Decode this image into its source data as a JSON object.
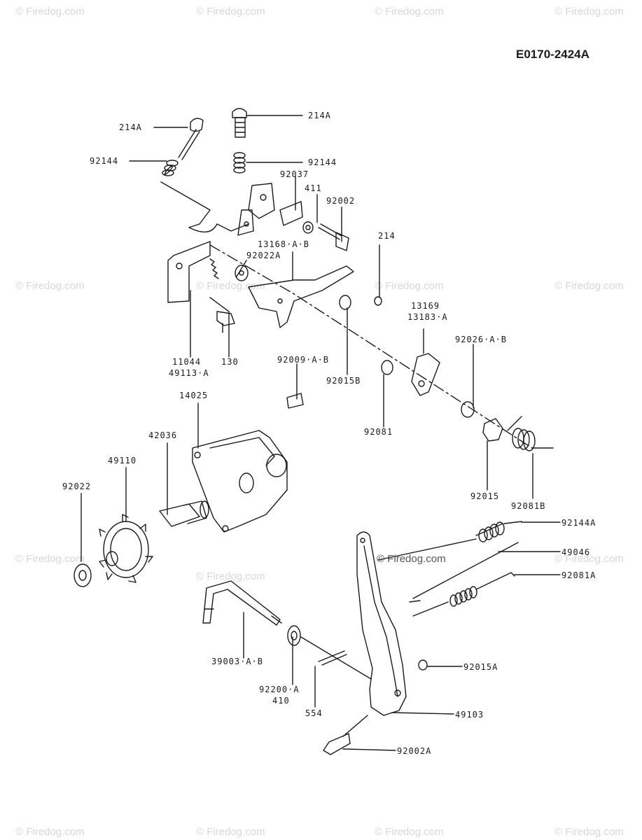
{
  "diagram_code": "E0170-2424A",
  "watermark": "© Firedog.com",
  "part_labels": {
    "p214a_left": "214A",
    "p214a_top": "214A",
    "p92144_left": "92144",
    "p92144_right": "92144",
    "p92037": "92037",
    "p411": "411",
    "p92002": "92002",
    "p214": "214",
    "p13168": "13168·A·B",
    "p92022a": "92022A",
    "p13169": "13169",
    "p13183": "13183·A",
    "p92026": "92026·A·B",
    "p11044": "11044",
    "p49113": "49113·A",
    "p130": "130",
    "p92009": "92009·A·B",
    "p92015b": "92015B",
    "p92081": "92081",
    "p14025": "14025",
    "p42036": "42036",
    "p49110": "49110",
    "p92022": "92022",
    "p92015": "92015",
    "p92081b": "92081B",
    "p92144a": "92144A",
    "p49046": "49046",
    "p92081a": "92081A",
    "p39003": "39003·A·B",
    "p92200": "92200·A",
    "p410": "410",
    "p554": "554",
    "p92015a": "92015A",
    "p49103": "49103",
    "p92002a": "92002A"
  }
}
